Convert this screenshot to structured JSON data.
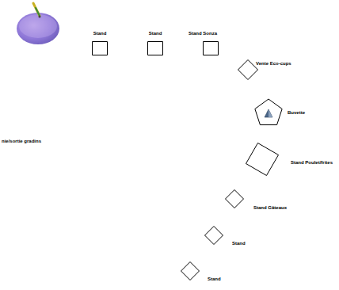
{
  "diagram": {
    "nodes": [
      {
        "text": [
          "Stand"
        ]
      },
      {
        "text": [
          "Stand"
        ]
      },
      {
        "text": [
          "Stand Sonza"
        ]
      },
      {
        "text": [
          "Vente Eco-cups"
        ]
      },
      {
        "text": [
          "Buvette"
        ]
      },
      {
        "text": [
          "Stand Poulet/frites"
        ]
      },
      {
        "text": [
          "Stand Gâteaux"
        ]
      },
      {
        "text": [
          "Stand"
        ]
      },
      {
        "text": [
          "Stand"
        ]
      }
    ],
    "labels": [
      "nie/sortie gradins"
    ]
  }
}
